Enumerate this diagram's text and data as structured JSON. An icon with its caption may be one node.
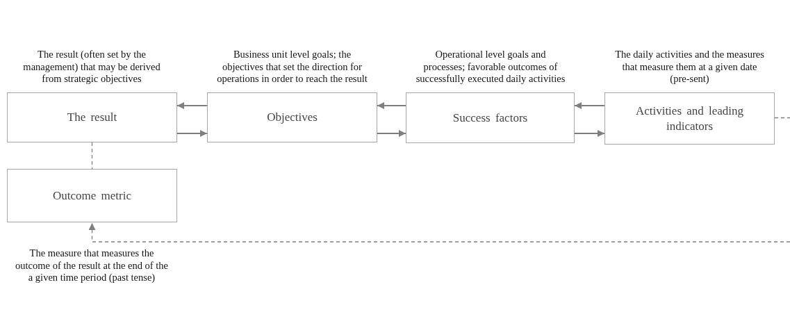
{
  "diagram": {
    "nodes": [
      {
        "text": [
          "The result"
        ],
        "beside": [
          "The result (often set by the management) that may be derived from strategic objectives"
        ]
      },
      {
        "text": [
          "Objectives"
        ],
        "beside": [
          "Business unit level goals; the objectives that set the direction for operations in order to reach the result"
        ]
      },
      {
        "text": [
          "Success factors"
        ],
        "beside": [
          "Operational level goals and processes; favorable outcomes of successfully executed daily activities"
        ]
      },
      {
        "text": [
          "Activities and leading indicators"
        ],
        "beside": [
          "The daily activities and the measures that measure them at a given date (pre-sent)"
        ]
      },
      {
        "text": [
          "Outcome metric"
        ],
        "beside": [
          "The measure that measures the outcome of the result at the end of the a given time period (past tense)"
        ]
      }
    ],
    "edges": [
      {
        "from": 1,
        "to": 0,
        "arrow": "to"
      },
      {
        "from": 0,
        "to": 1,
        "arrow": "to"
      },
      {
        "from": 2,
        "to": 1,
        "arrow": "to"
      },
      {
        "from": 1,
        "to": 2,
        "arrow": "to"
      },
      {
        "from": 3,
        "to": 2,
        "arrow": "to"
      },
      {
        "from": 2,
        "to": 3,
        "arrow": "to"
      },
      {
        "from": 0,
        "to": 4,
        "arrow": "none",
        "style": "dashed"
      },
      {
        "from": 3,
        "to": null,
        "arrow": "none",
        "style": "dashed"
      },
      {
        "from": null,
        "to": 4,
        "arrow": "to",
        "style": "dashed"
      }
    ]
  }
}
